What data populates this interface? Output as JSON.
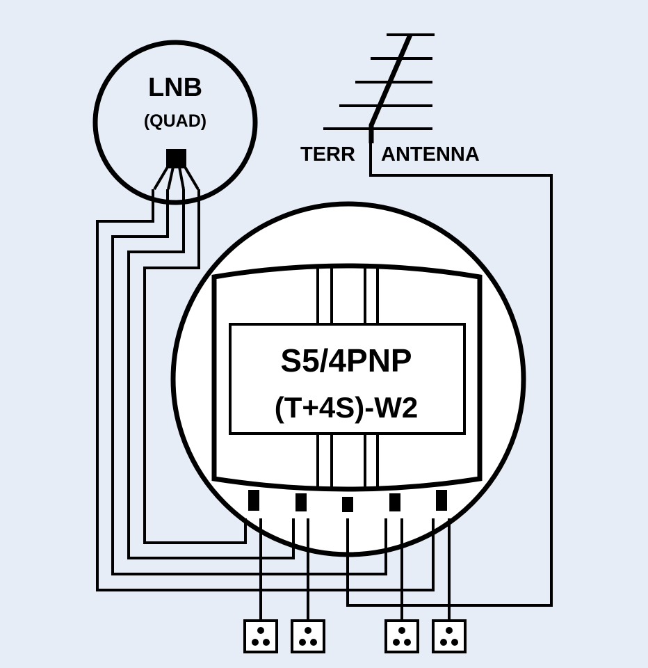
{
  "lnb": {
    "title": "LNB",
    "subtitle": "(QUAD)"
  },
  "antenna": {
    "label_left": "TERR",
    "label_right": "ANTENNA"
  },
  "multiswitch": {
    "model_line1": "S5/4PNP",
    "model_line2": "(T+4S)-W2"
  },
  "outputs": [
    "socket-1",
    "socket-2",
    "socket-3",
    "socket-4"
  ],
  "colors": {
    "background": "#e7edf6",
    "line": "#000000",
    "fill": "#ffffff"
  }
}
